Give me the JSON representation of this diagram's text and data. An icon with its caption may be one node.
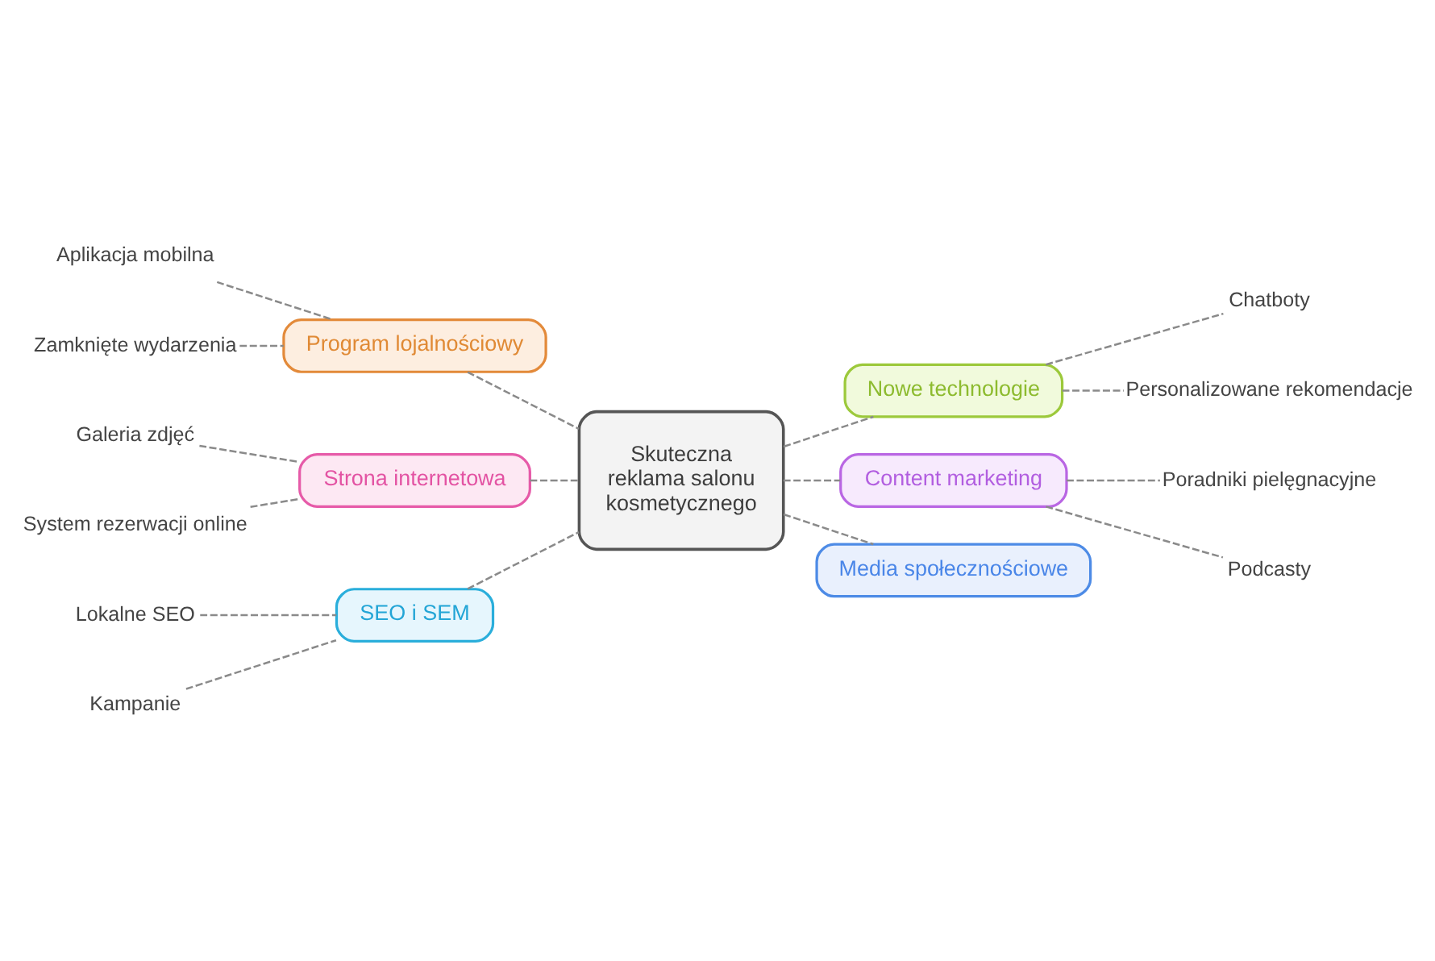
{
  "diagram": {
    "nodes": [
      {
        "text": [
          "Program lojalnościowy"
        ]
      },
      {
        "text": [
          "Aplikacja mobilna"
        ]
      },
      {
        "text": [
          "Zamknięte wydarzenia"
        ]
      },
      {
        "text": [
          "Nowe technologie"
        ]
      },
      {
        "text": [
          "Chatboty"
        ]
      },
      {
        "text": [
          "Personalizowane rekomendacje"
        ]
      },
      {
        "text": [
          "Strona internetowa"
        ]
      },
      {
        "text": [
          "Galeria zdjęć"
        ]
      },
      {
        "text": [
          "System rezerwacji online"
        ]
      },
      {
        "text": [
          "Skuteczna reklama salonu kosmetycznego"
        ]
      },
      {
        "text": [
          "Content marketing"
        ]
      },
      {
        "text": [
          "Poradniki pielęgnacyjne"
        ]
      },
      {
        "text": [
          "Podcasty"
        ]
      },
      {
        "text": [
          "SEO i SEM"
        ]
      },
      {
        "text": [
          "Lokalne SEO"
        ]
      },
      {
        "text": [
          "Kampanie"
        ]
      },
      {
        "text": [
          "Media społecznościowe"
        ]
      }
    ],
    "edges": [
      {
        "from": 0,
        "to": 9,
        "arrow": "none"
      },
      {
        "from": 1,
        "to": 0,
        "arrow": "none"
      },
      {
        "from": 2,
        "to": 0,
        "arrow": "none"
      },
      {
        "from": 9,
        "to": 3,
        "arrow": "none"
      },
      {
        "from": 3,
        "to": 4,
        "arrow": "none"
      },
      {
        "from": 3,
        "to": 5,
        "arrow": "none"
      },
      {
        "from": 6,
        "to": 9,
        "arrow": "none"
      },
      {
        "from": 7,
        "to": 6,
        "arrow": "none"
      },
      {
        "from": 8,
        "to": 6,
        "arrow": "none"
      },
      {
        "from": 9,
        "to": 10,
        "arrow": "none"
      },
      {
        "from": 10,
        "to": 11,
        "arrow": "none"
      },
      {
        "from": 10,
        "to": 12,
        "arrow": "none"
      },
      {
        "from": 13,
        "to": 9,
        "arrow": "none"
      },
      {
        "from": 14,
        "to": 13,
        "arrow": "none"
      },
      {
        "from": 15,
        "to": 13,
        "arrow": "none"
      },
      {
        "from": 9,
        "to": 16,
        "arrow": "none"
      }
    ]
  }
}
